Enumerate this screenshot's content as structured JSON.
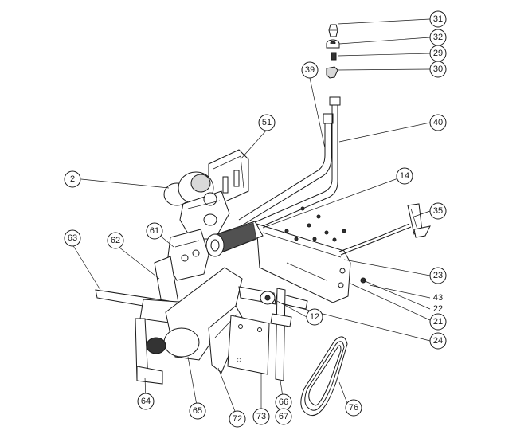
{
  "callouts": {
    "c31": "31",
    "c32": "32",
    "c29": "29",
    "c30": "30",
    "c39": "39",
    "c40": "40",
    "c51": "51",
    "c14": "14",
    "c2": "2",
    "c35": "35",
    "c63": "63",
    "c62": "62",
    "c61": "61",
    "c23": "23",
    "c43": "43",
    "c22": "22",
    "c21": "21",
    "c12": "12",
    "c24": "24",
    "c64": "64",
    "c65": "65",
    "c72": "72",
    "c73": "73",
    "c66": "66",
    "c67": "67",
    "c76": "76"
  }
}
